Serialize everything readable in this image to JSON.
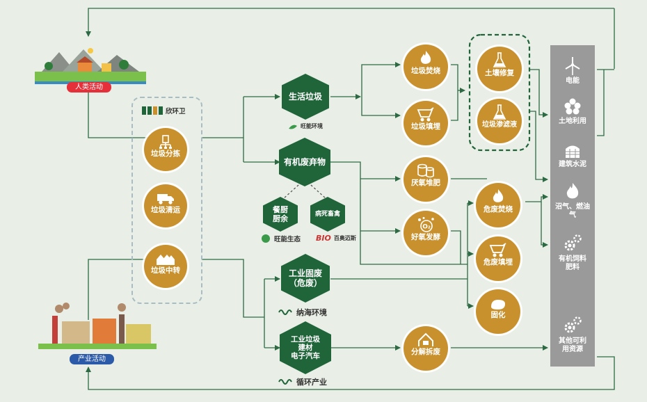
{
  "labels": {
    "human": "人类活动",
    "industry": "产业活动"
  },
  "left_column": [
    {
      "id": "sort",
      "label": "垃圾分拣"
    },
    {
      "id": "transport",
      "label": "垃圾清运"
    },
    {
      "id": "transfer",
      "label": "垃圾中转"
    }
  ],
  "left_logo": "欣环卫",
  "hexes": [
    {
      "id": "household",
      "label": "生活垃圾"
    },
    {
      "id": "organic",
      "label": "有机废弃物"
    },
    {
      "id": "industrial",
      "label": "工业固废\n（危废）"
    },
    {
      "id": "buildmat",
      "label": "工业垃圾\n建材\n电子汽车"
    }
  ],
  "small_hexes": [
    {
      "id": "kitchen",
      "label": "餐厨\n厨余"
    },
    {
      "id": "livestock",
      "label": "病死畜禽"
    }
  ],
  "logos": {
    "wangneng_top": "旺能环境",
    "wangneng": "旺能生态",
    "bio": "百奥迈斯",
    "mizuda1": "纳海环境",
    "mizuda2": "循环产业"
  },
  "mid_circles": [
    {
      "id": "incinerate",
      "label": "垃圾焚烧"
    },
    {
      "id": "landfill",
      "label": "垃圾填埋"
    },
    {
      "id": "anaerobic",
      "label": "厌氧堆肥"
    },
    {
      "id": "aerobic",
      "label": "好氧发酵"
    },
    {
      "id": "dismantle",
      "label": "分解拆废"
    }
  ],
  "dashed_circles": [
    {
      "id": "soil",
      "label": "土壤修复"
    },
    {
      "id": "leachate",
      "label": "垃圾渗滤液"
    }
  ],
  "haz_circles": [
    {
      "id": "haz_incinerate",
      "label": "危废焚烧"
    },
    {
      "id": "haz_landfill",
      "label": "危废填埋"
    },
    {
      "id": "solidify",
      "label": "固化"
    }
  ],
  "outputs": [
    {
      "id": "power",
      "label": "电能"
    },
    {
      "id": "land",
      "label": "土地利用"
    },
    {
      "id": "cement",
      "label": "建筑水泥"
    },
    {
      "id": "biogas",
      "label": "沼气、燃油\n气"
    },
    {
      "id": "feed",
      "label": "有机饲料\n肥料"
    },
    {
      "id": "other",
      "label": "其他可利\n用资源"
    }
  ],
  "colors": {
    "accent": "#c8912e",
    "hex": "#20643a",
    "line": "#2d6a44",
    "panel": "#9a9a9a",
    "bg": "#e9efe6"
  }
}
